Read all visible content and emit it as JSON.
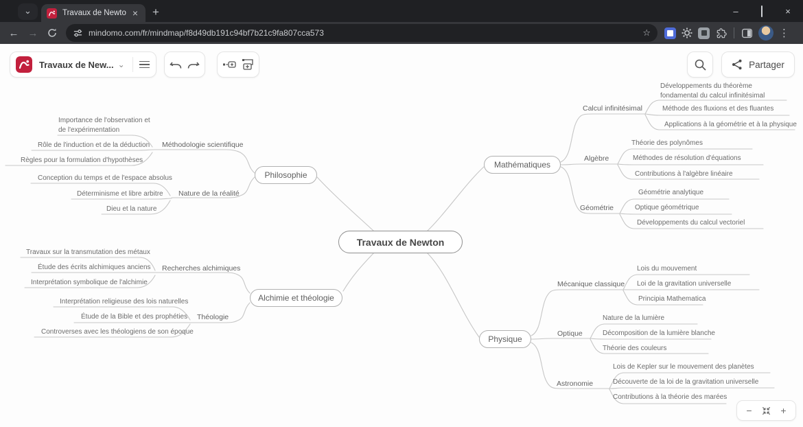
{
  "browser": {
    "tab_title": "Travaux de Newton",
    "url": "mindomo.com/fr/mindmap/f8d49db191c94bf7b21c9fa807cca573"
  },
  "icons": {
    "tab_chevron": "⌄",
    "tab_close": "×",
    "new_tab": "+",
    "window_minimize": "–",
    "window_close": "×",
    "back": "←",
    "forward": "→",
    "star": "☆",
    "more_vertical": "⋮",
    "title_chevron": "⌄",
    "zoom_out": "−",
    "zoom_in": "+"
  },
  "toolbar": {
    "map_title": "Travaux de New...",
    "share_label": "Partager"
  },
  "colors": {
    "brand_red": "#c2203d",
    "chrome_dark": "#1f2023",
    "chrome_toolbar": "#36373b",
    "map_line": "#c6c6c6"
  },
  "mindmap": {
    "root": "Travaux de Newton",
    "branches": [
      {
        "label": "Philosophie",
        "children": [
          {
            "label": "Méthodologie scientifique",
            "leaves": [
              "Importance de l'observation et de l'expérimentation",
              "Rôle de l'induction et de la déduction",
              "Règles pour la formulation d'hypothèses"
            ]
          },
          {
            "label": "Nature de la réalité",
            "leaves": [
              "Conception du temps et de l'espace absolus",
              "Déterminisme et libre arbitre",
              "Dieu et la nature"
            ]
          }
        ]
      },
      {
        "label": "Mathématiques",
        "children": [
          {
            "label": "Calcul infinitésimal",
            "leaves": [
              "Développements du théorème fondamental du calcul infinitésimal",
              "Méthode des fluxions et des fluantes",
              "Applications à la géométrie et à la physique"
            ]
          },
          {
            "label": "Algèbre",
            "leaves": [
              "Théorie des polynômes",
              "Méthodes de résolution d'équations",
              "Contributions à l'algèbre linéaire"
            ]
          },
          {
            "label": "Géométrie",
            "leaves": [
              "Géométrie analytique",
              "Optique géométrique",
              "Développements du calcul vectoriel"
            ]
          }
        ]
      },
      {
        "label": "Alchimie et théologie",
        "children": [
          {
            "label": "Recherches alchimiques",
            "leaves": [
              "Travaux sur la transmutation des métaux",
              "Étude des écrits alchimiques anciens",
              "Interprétation symbolique de l'alchimie"
            ]
          },
          {
            "label": "Théologie",
            "leaves": [
              "Interprétation religieuse des lois naturelles",
              "Étude de la Bible et des prophéties",
              "Controverses avec les théologiens de son époque"
            ]
          }
        ]
      },
      {
        "label": "Physique",
        "children": [
          {
            "label": "Mécanique classique",
            "leaves": [
              "Lois du mouvement",
              "Loi de la gravitation universelle",
              "Principia Mathematica"
            ]
          },
          {
            "label": "Optique",
            "leaves": [
              "Nature de la lumière",
              "Décomposition de la lumière blanche",
              "Théorie des couleurs"
            ]
          },
          {
            "label": "Astronomie",
            "leaves": [
              "Lois de Kepler sur le mouvement des planètes",
              "Découverte de la loi de la gravitation universelle",
              "Contributions à la théorie des marées"
            ]
          }
        ]
      }
    ]
  }
}
